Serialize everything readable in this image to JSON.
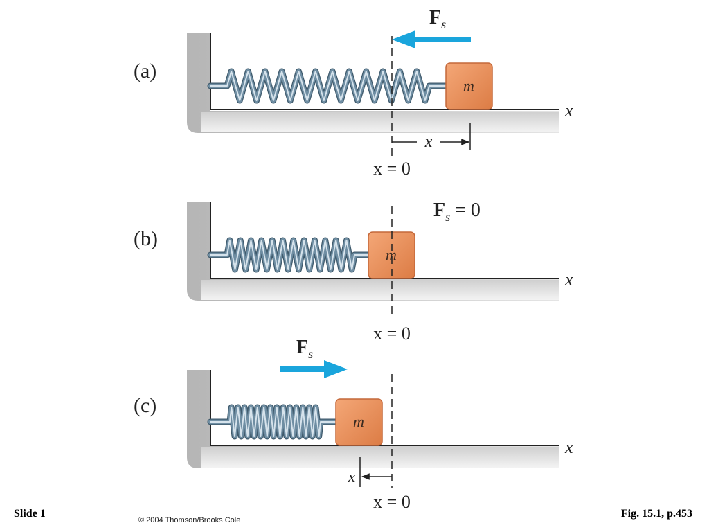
{
  "footer": {
    "slide": "Slide 1",
    "copyright": "© 2004 Thomson/Brooks Cole",
    "figure_ref": "Fig. 15.1, p.453"
  },
  "panels": [
    {
      "id": "a",
      "label": "(a)",
      "mass_label": "m",
      "axis_label": "x",
      "origin_label": "x = 0",
      "force_label": "F",
      "force_subscript": "s",
      "displacement_label": "x"
    },
    {
      "id": "b",
      "label": "(b)",
      "mass_label": "m",
      "axis_label": "x",
      "origin_label": "x = 0",
      "force_label": "F",
      "force_subscript": "s",
      "force_value": " = 0"
    },
    {
      "id": "c",
      "label": "(c)",
      "mass_label": "m",
      "axis_label": "x",
      "origin_label": "x = 0",
      "force_label": "F",
      "force_subscript": "s",
      "displacement_label": "x"
    }
  ],
  "colors": {
    "spring": "#6f8ea3",
    "spring_highlight": "#d6e3ec",
    "mass": "#e58a55",
    "mass_border": "#c4683a",
    "wall_shadow": "#c9c9c9",
    "force_arrow": "#1aa5dc",
    "line": "#222222"
  }
}
